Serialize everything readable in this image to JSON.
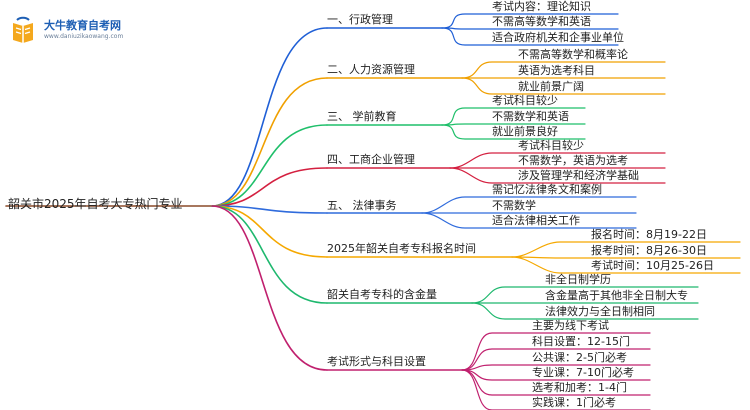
{
  "logo": {
    "name": "大牛教育自考网",
    "url": "www.daniuzikaowang.com"
  },
  "root": "韶关市2025年自考大专热门专业",
  "colors": {
    "root_line": "#8a4a28",
    "branches": [
      "#1f5fd6",
      "#f0a000",
      "#1fbf6a",
      "#d42040",
      "#2f6bdc",
      "#f5a800",
      "#1eb86e",
      "#c0206e"
    ]
  },
  "branches": [
    {
      "label": "一、行政管理",
      "items": [
        "考试内容：理论知识",
        "不需高等数学和英语",
        "适合政府机关和企事业单位"
      ]
    },
    {
      "label": "二、人力资源管理",
      "items": [
        "不需高等数学和概率论",
        "英语为选考科目",
        "就业前景广阔"
      ]
    },
    {
      "label": "三、 学前教育",
      "items": [
        "考试科目较少",
        "不需数学和英语",
        "就业前景良好"
      ]
    },
    {
      "label": "四、工商企业管理",
      "items": [
        "考试科目较少",
        "不需数学，英语为选考",
        "涉及管理学和经济学基础"
      ]
    },
    {
      "label": "五、 法律事务",
      "items": [
        "需记忆法律条文和案例",
        "不需数学",
        "适合法律相关工作"
      ]
    },
    {
      "label": "2025年韶关自考专科报名时间",
      "items": [
        "报名时间：8月19-22日",
        "报考时间：8月26-30日",
        "考试时间：10月25-26日"
      ]
    },
    {
      "label": "韶关自考专科的含金量",
      "items": [
        "非全日制学历",
        "含金量高于其他非全日制大专",
        "法律效力与全日制相同"
      ]
    },
    {
      "label": "考试形式与科目设置",
      "items": [
        "主要为线下考试",
        "科目设置：12-15门",
        "公共课：2-5门必考",
        "专业课：7-10门必考",
        "选考和加考：1-4门",
        "实践课：1门必考"
      ]
    }
  ]
}
